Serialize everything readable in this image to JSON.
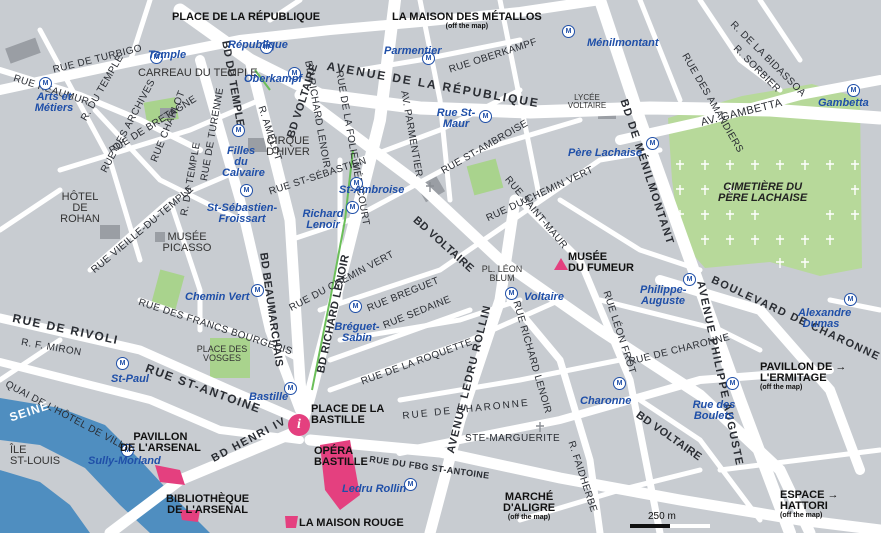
{
  "map": {
    "scale_label": "250 m",
    "colors": {
      "block": "#c8ccd1",
      "road": "#ffffff",
      "cemetery": "#b7d99a",
      "park": "#a9d38d",
      "seine": "#4f8ec0",
      "metro": "#1f4fa8",
      "poi": "#e4407f",
      "metro_line": "#6bbf59"
    }
  },
  "labels": {
    "rue_de_turbigo": "RUE DE TURBIGO",
    "rue_reaumur": "RUE RÉAUMUR",
    "rue_du_temple": "R. DU TEMPLE",
    "rue_des_archives": "RUE DES ARCHIVES",
    "rue_de_bretagne": "RUE DE BRETAGNE",
    "rue_charlot": "RUE CHARLOT",
    "rue_de_turenne": "RUE DE TURENNE",
    "rue_vieille_du_temple": "RUE VIEILLE-DU-TEMPLE",
    "rue_du_temple_2": "R. DU TEMPLE",
    "bd_du_temple": "BD DU TEMPLE",
    "rue_amelot": "R. AMELOT",
    "bd_voltaire_top": "BD VOLTAIRE",
    "bd_richard_lenoir_top": "BD RICHARD LENOIR",
    "rue_de_la_folie_mericourt": "RUE DE LA FOLIE MÉRICOURT",
    "av_parmentier": "AV. PARMENTIER",
    "avenue_de_la_republique": "AVENUE DE LA RÉPUBLIQUE",
    "rue_oberkampf": "RUE OBERKAMPF",
    "rue_des_amandiers": "RUE DES AMANDIERS",
    "r_de_la_bidassoa": "R. DE LA BIDASSOA",
    "r_sorbier": "R. SORBIER",
    "av_gambetta": "AV. GAMBETTA",
    "bd_de_menilmontant": "BD DE MÉNILMONTANT",
    "rue_st_ambroise": "RUE ST-AMBROISE",
    "rue_du_chemin_vert": "RUE DU CHEMIN VERT",
    "rue_st_maur": "RUE SAINT-MAUR",
    "bd_voltaire_mid": "BD VOLTAIRE",
    "rue_st_sebastien": "RUE ST-SÉBASTIEN",
    "bd_beaumarchais": "BD BEAUMARCHAIS",
    "bd_richard_lenoir": "BD RICHARD LENOIR",
    "rue_du_chemin_vert_2": "RUE DU CHEMIN VERT",
    "rue_breguet": "RUE BREGUET",
    "rue_sedaine": "RUE SEDAINE",
    "rue_de_la_roquette": "RUE DE LA ROQUETTE",
    "rue_des_francs_bourgeois": "RUE DES FRANCS BOURGEOIS",
    "rue_de_rivoli": "RUE DE RIVOLI",
    "r_f_miron": "R. F. MIRON",
    "rue_st_antoine": "RUE ST-ANTOINE",
    "quai_de_l_hotel_de_ville": "QUAI DE L'HÔTEL DE VILLE",
    "bd_henri_iv": "BD HENRI IV",
    "avenue_ledru_rollin": "AVENUE LEDRU ROLLIN",
    "rue_richard_lenoir": "RUE RICHARD LENOIR",
    "rue_de_charonne": "RUE DE CHARONNE",
    "rue_de_charonne_2": "RUE DE CHARONNE",
    "rue_leon_frot": "RUE LÉON FROT",
    "boulevard_de_charonne": "BOULEVARD DE CHARONNE",
    "avenue_philippe_auguste": "AVENUE PHILIPPE AUGUSTE",
    "bd_voltaire_low": "BD VOLTAIRE",
    "rue_du_fbg_st_antoine": "RUE DU FBG ST-ANTOINE",
    "r_faidherbe": "R. FAIDHERBE",
    "ste_marguerite": "STE-MARGUERITE",
    "carreau_du_temple": "CARREAU DU TEMPLE",
    "cirque_d_hiver": "CIRQUE D'HIVER",
    "hotel_de_rohan": "HÔTEL DE ROHAN",
    "musee_picasso": "MUSÉE PICASSO",
    "place_des_vosges": "PLACE DES VOSGES",
    "lycee_voltaire": "LYCÉE VOLTAIRE",
    "pl_leon_blum": "PL. LÉON BLUM",
    "ile_st_louis_1": "ÎLE",
    "ile_st_louis_2": "ST-LOUIS",
    "seine": "SEINE",
    "cimetiere_1": "CIMETIÈRE DU",
    "cimetiere_2": "PÈRE LACHAISE"
  },
  "metro": [
    {
      "key": "temple",
      "name": "Temple"
    },
    {
      "key": "arts",
      "name": "Arts et Métiers"
    },
    {
      "key": "republique",
      "name": "République"
    },
    {
      "key": "oberkampf",
      "name": "Oberkampf"
    },
    {
      "key": "parmentier",
      "name": "Parmentier"
    },
    {
      "key": "menilmontant",
      "name": "Ménilmontant"
    },
    {
      "key": "rue_st_maur",
      "name": "Rue St-Maur"
    },
    {
      "key": "gambetta",
      "name": "Gambetta"
    },
    {
      "key": "filles_du_calvaire",
      "name": "Filles du Calvaire"
    },
    {
      "key": "st_sebastien",
      "name": "St-Sébastien-Froissart"
    },
    {
      "key": "st_ambroise",
      "name": "St-Ambroise"
    },
    {
      "key": "richard_lenoir",
      "name": "Richard Lenoir"
    },
    {
      "key": "pere_lachaise",
      "name": "Père Lachaise"
    },
    {
      "key": "chemin_vert",
      "name": "Chemin Vert"
    },
    {
      "key": "voltaire",
      "name": "Voltaire"
    },
    {
      "key": "philippe_auguste",
      "name": "Philippe-Auguste"
    },
    {
      "key": "alexandre_dumas",
      "name": "Alexandre Dumas"
    },
    {
      "key": "breguet_sabin",
      "name": "Bréguet-Sabin"
    },
    {
      "key": "st_paul",
      "name": "St-Paul"
    },
    {
      "key": "bastille",
      "name": "Bastille"
    },
    {
      "key": "charonne",
      "name": "Charonne"
    },
    {
      "key": "rue_des_boulets",
      "name": "Rue des Boulets"
    },
    {
      "key": "sully_morland",
      "name": "Sully-Morland"
    },
    {
      "key": "ledru_rollin",
      "name": "Ledru Rollin"
    }
  ],
  "pois": {
    "place_de_la_republique": "PLACE DE LA RÉPUBLIQUE",
    "maison_des_metallos": "LA MAISON DES MÉTALLOS",
    "maison_des_metallos_note": "(off the map)",
    "musee_du_fumeur_1": "MUSÉE",
    "musee_du_fumeur_2": "DU FUMEUR",
    "pavillon_de_l_ermitage_1": "PAVILLON DE",
    "pavillon_de_l_ermitage_2": "L'ERMITAGE",
    "pavillon_de_l_ermitage_note": "(off the map)",
    "place_de_la_bastille_1": "PLACE DE LA",
    "place_de_la_bastille_2": "BASTILLE",
    "pavillon_de_l_arsenal_1": "PAVILLON",
    "pavillon_de_l_arsenal_2": "DE L'ARSENAL",
    "opera_bastille_1": "OPÉRA",
    "opera_bastille_2": "BASTILLE",
    "bibliotheque_1": "BIBLIOTHÈQUE",
    "bibliotheque_2": "DE L'ARSENAL",
    "maison_rouge": "LA MAISON ROUGE",
    "marche_d_aligre_1": "MARCHÉ",
    "marche_d_aligre_2": "D'ALIGRE",
    "marche_d_aligre_note": "(off the map)",
    "espace_hattori_1": "ESPACE",
    "espace_hattori_2": "HATTORI",
    "espace_hattori_note": "(off the map)",
    "info_icon": "i"
  }
}
